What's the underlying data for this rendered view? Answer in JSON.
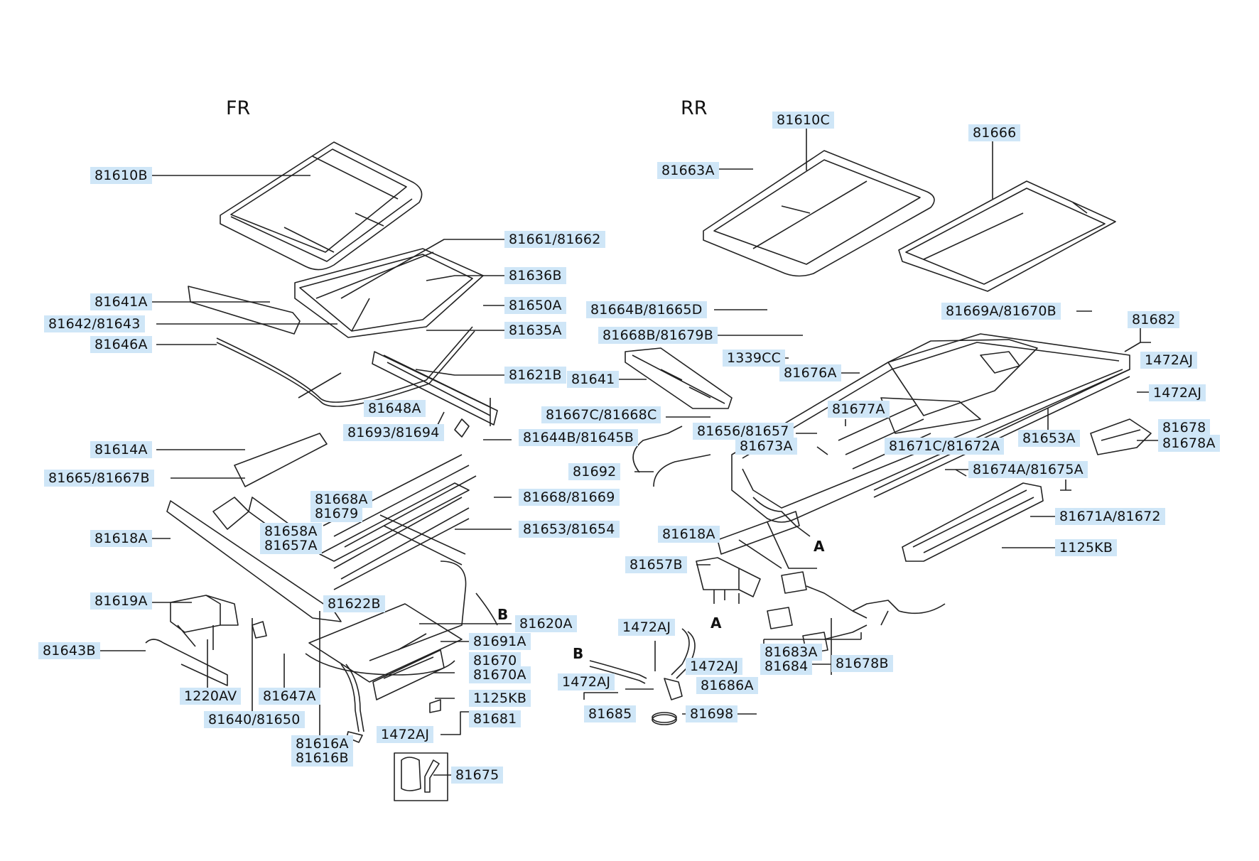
{
  "sections": {
    "front": "FR",
    "rear": "RR"
  },
  "markers": {
    "a": "A",
    "b": "B"
  },
  "labels": {
    "l81610B": "81610B",
    "l81661": "81661/81662",
    "l81636B": "81636B",
    "l81641A": "81641A",
    "l81650A": "81650A",
    "l81642": "81642/81643",
    "l81635A": "81635A",
    "l81646A": "81646A",
    "l81621B": "81621B",
    "l81648A": "81648A",
    "l81693": "81693/81694",
    "l81644B": "81644B/81645B",
    "l81614A": "81614A",
    "l81665": "81665/81667B",
    "l81668A": "81668A",
    "l81679": "81679",
    "l81668": "81668/81669",
    "l81618A_fr": "81618A",
    "l81658A": "81658A",
    "l81657A": "81657A",
    "l81653": "81653/81654",
    "l81622B": "81622B",
    "l81619A": "81619A",
    "l81620A": "81620A",
    "l81691A": "81691A",
    "l81643B": "81643B",
    "l81670": "81670",
    "l81670A": "81670A",
    "l1220AV": "1220AV",
    "l81647A": "81647A",
    "l1125KB_fr": "1125KB",
    "l81640": "81640/81650",
    "l81681": "81681",
    "l1472AJ_fr": "1472AJ",
    "l81616A": "81616A",
    "l81616B": "81616B",
    "l81675": "81675",
    "l81610C": "81610C",
    "l81666": "81666",
    "l81663A": "81663A",
    "l81664B": "81664B/81665D",
    "l81669A": "81669A/81670B",
    "l81682": "81682",
    "l81668B": "81668B/81679B",
    "l1472AJ_r1": "1472AJ",
    "l1339CC": "1339CC",
    "l81676A": "81676A",
    "l81641": "81641",
    "l1472AJ_r2": "1472AJ",
    "l81677A": "81677A",
    "l81667C": "81667C/81668C",
    "l81678": "81678",
    "l81656": "81656/81657",
    "l81653A": "81653A",
    "l81673A": "81673A",
    "l81671C": "81671C/81672A",
    "l81678A": "81678A",
    "l81692": "81692",
    "l81674A": "81674A/81675A",
    "l81671A": "81671A/81672",
    "l81618A_rr": "81618A",
    "l1125KB_rr": "1125KB",
    "l81657B": "81657B",
    "l1472AJ_r3": "1472AJ",
    "l81683A": "81683A",
    "l1472AJ_r4": "1472AJ",
    "l81684": "81684",
    "l81678B": "81678B",
    "l1472AJ_r5": "1472AJ",
    "l81686A": "81686A",
    "l81685": "81685",
    "l81698": "81698"
  }
}
